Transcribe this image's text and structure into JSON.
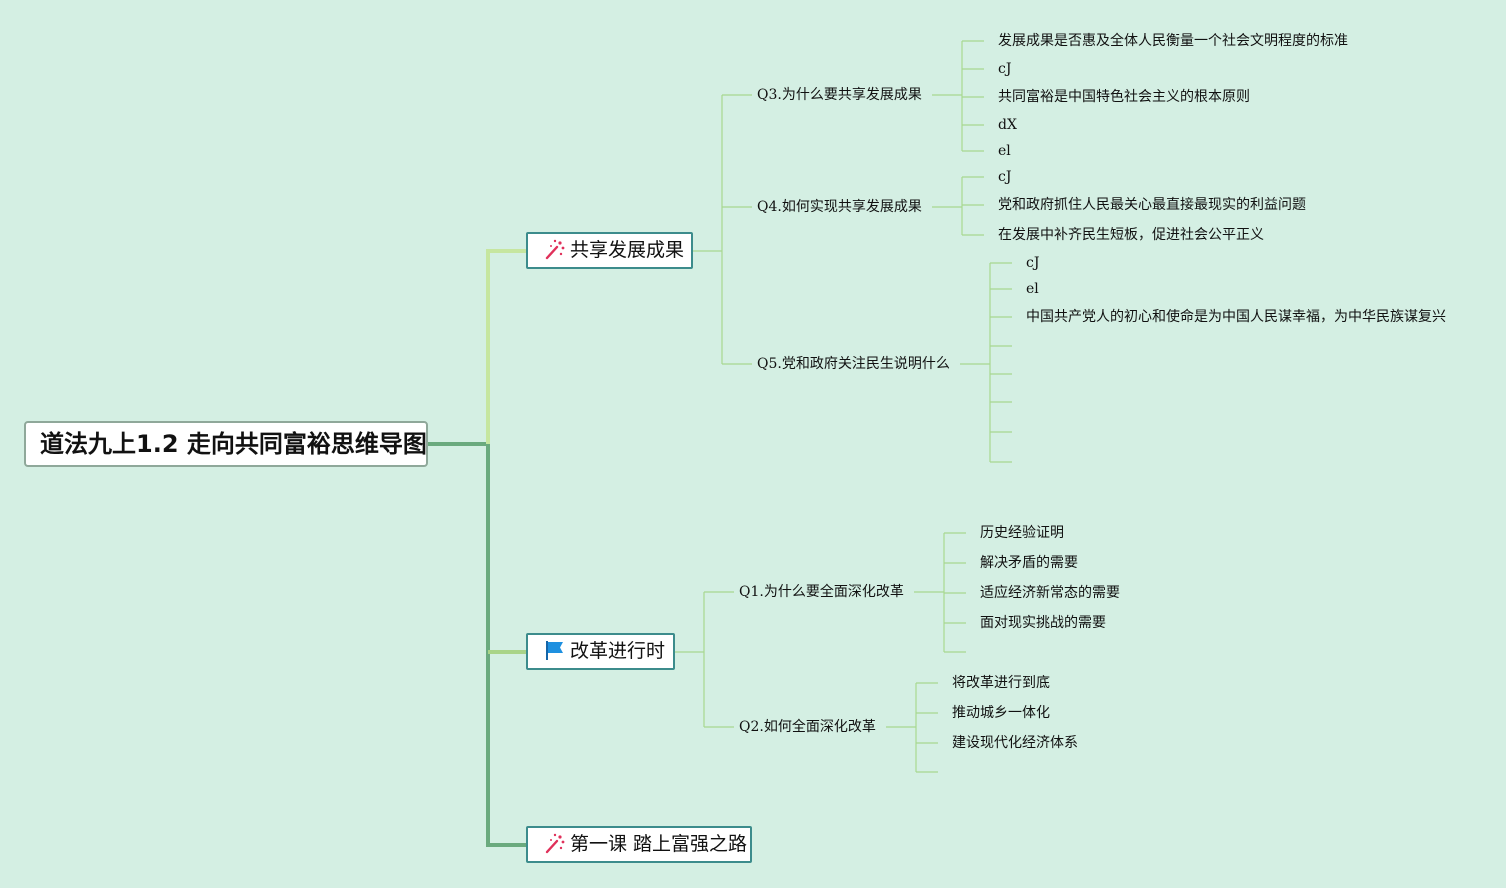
{
  "root": {
    "title": "道法九上1.2 走向共同富裕思维导图"
  },
  "branches": [
    {
      "label": "共享发展成果",
      "icon": "fireworks-icon",
      "questions": [
        {
          "label": "Q3.为什么要共享发展成果",
          "leaves": [
            "发展成果是否惠及全体人民衡量一个社会文明程度的标准",
            "cJ",
            "共同富裕是中国特色社会主义的根本原则",
            "dX",
            "el"
          ]
        },
        {
          "label": "Q4.如何实现共享发展成果",
          "leaves": [
            "cJ",
            "党和政府抓住人民最关心最直接最现实的利益问题",
            "在发展中补齐民生短板，促进社会公平正义"
          ]
        },
        {
          "label": "Q5.党和政府关注民生说明什么",
          "leaves": [
            "cJ",
            "el",
            "中国共产党人的初心和使命是为中国人民谋幸福，为中华民族谋复兴",
            "",
            "",
            "",
            "",
            ""
          ]
        }
      ]
    },
    {
      "label": "改革进行时",
      "icon": "flag-icon",
      "questions": [
        {
          "label": "Q1.为什么要全面深化改革",
          "leaves": [
            "历史经验证明",
            "解决矛盾的需要",
            "适应经济新常态的需要",
            "面对现实挑战的需要",
            ""
          ]
        },
        {
          "label": "Q2.如何全面深化改革",
          "leaves": [
            "将改革进行到底",
            "推动城乡一体化",
            "建设现代化经济体系",
            ""
          ]
        }
      ]
    },
    {
      "label": "第一课 踏上富强之路",
      "icon": "fireworks-icon",
      "questions": []
    }
  ],
  "colors": {
    "background": "#d4efe3",
    "trunk": "#6aaa7e",
    "branch_link_1": "#c6e6a0",
    "branch_link_2": "#a9d488",
    "thin_link": "#a8d890",
    "node_border": "#3c8c8c",
    "flag": "#1e90e0",
    "fireworks": "#e0305a"
  }
}
